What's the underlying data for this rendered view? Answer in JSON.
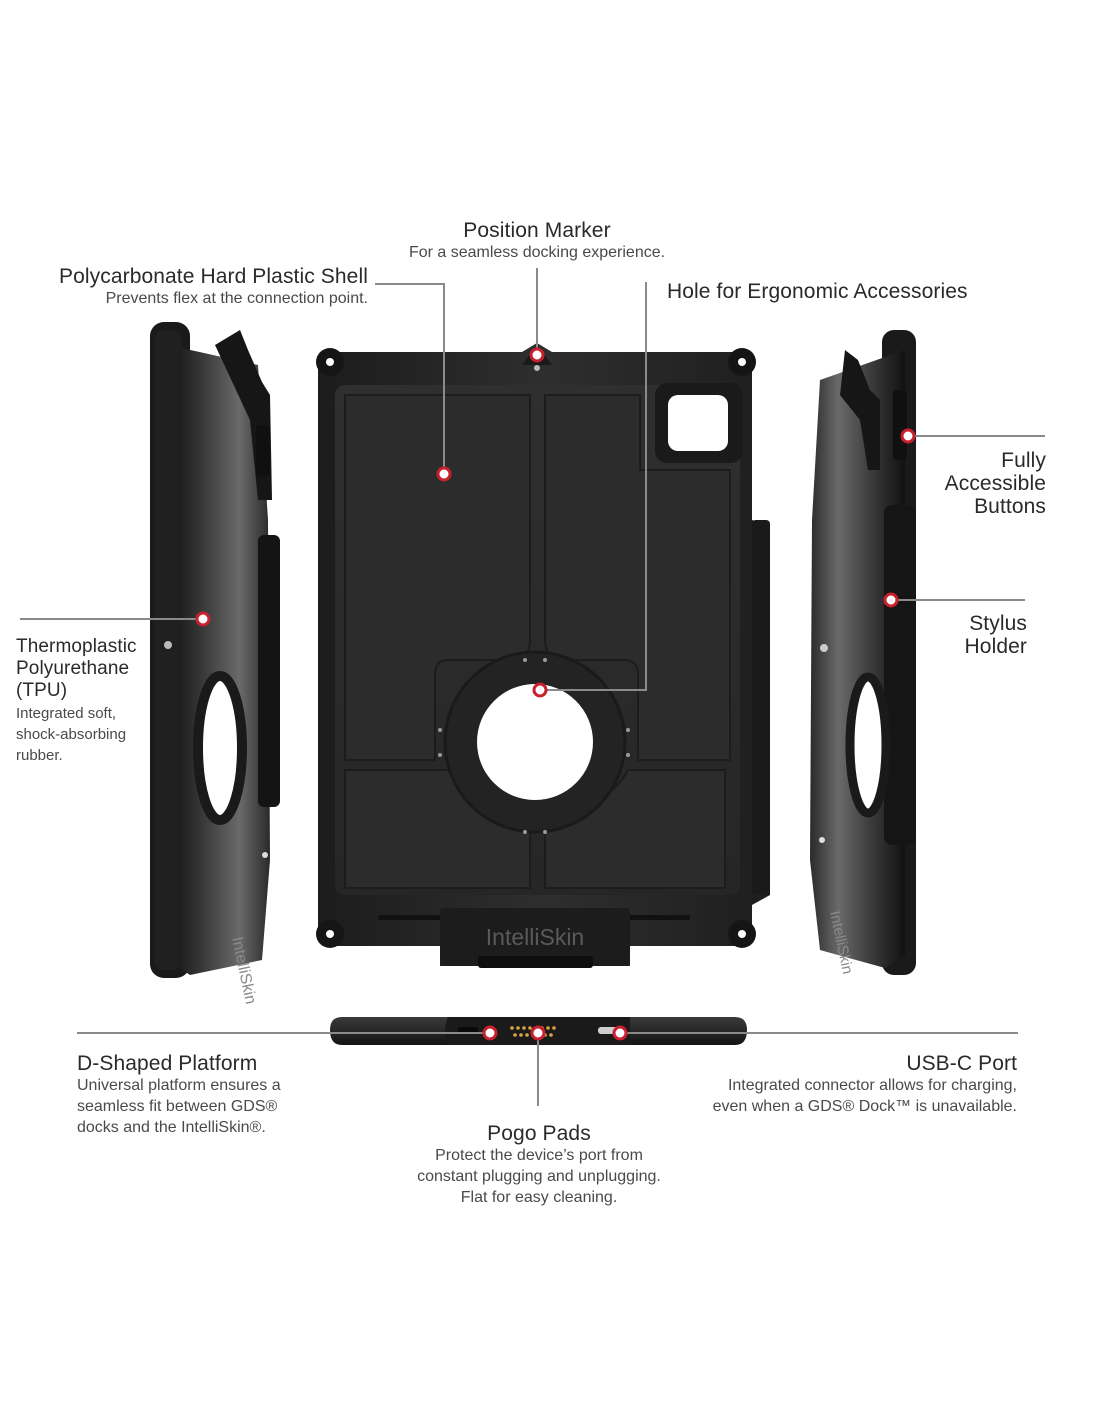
{
  "callouts": {
    "position_marker": {
      "title": "Position Marker",
      "desc": "For a seamless docking experience."
    },
    "hard_shell": {
      "title": "Polycarbonate Hard Plastic Shell",
      "desc": "Prevents flex at the connection point."
    },
    "hole_accessories": {
      "title": "Hole for Ergonomic Accessories"
    },
    "buttons": {
      "title_lines": [
        "Fully",
        "Accessible",
        "Buttons"
      ]
    },
    "stylus": {
      "title_lines": [
        "Stylus",
        "Holder"
      ]
    },
    "tpu": {
      "title_lines": [
        "Thermoplastic",
        "Polyurethane",
        "(TPU)"
      ],
      "desc_lines": [
        "Integrated soft,",
        "shock-absorbing",
        "rubber."
      ]
    },
    "d_platform": {
      "title": "D-Shaped Platform",
      "desc_lines": [
        "Universal platform ensures a",
        "seamless fit between GDS®",
        "docks and the IntelliSkin®."
      ]
    },
    "usbc": {
      "title": "USB-C Port",
      "desc_lines": [
        "Integrated connector allows for charging,",
        "even when a GDS® Dock™ is unavailable."
      ]
    },
    "pogo": {
      "title": "Pogo Pads",
      "desc_lines": [
        "Protect the device’s port from",
        "constant plugging and unplugging.",
        "Flat for easy cleaning."
      ]
    }
  },
  "product": {
    "brand_mark": "IntelliSkin"
  },
  "colors": {
    "leader_line": "#8a8a8a",
    "callout_dot": "#c8202f",
    "case_body": "#2a2a2a",
    "background": "#ffffff"
  }
}
